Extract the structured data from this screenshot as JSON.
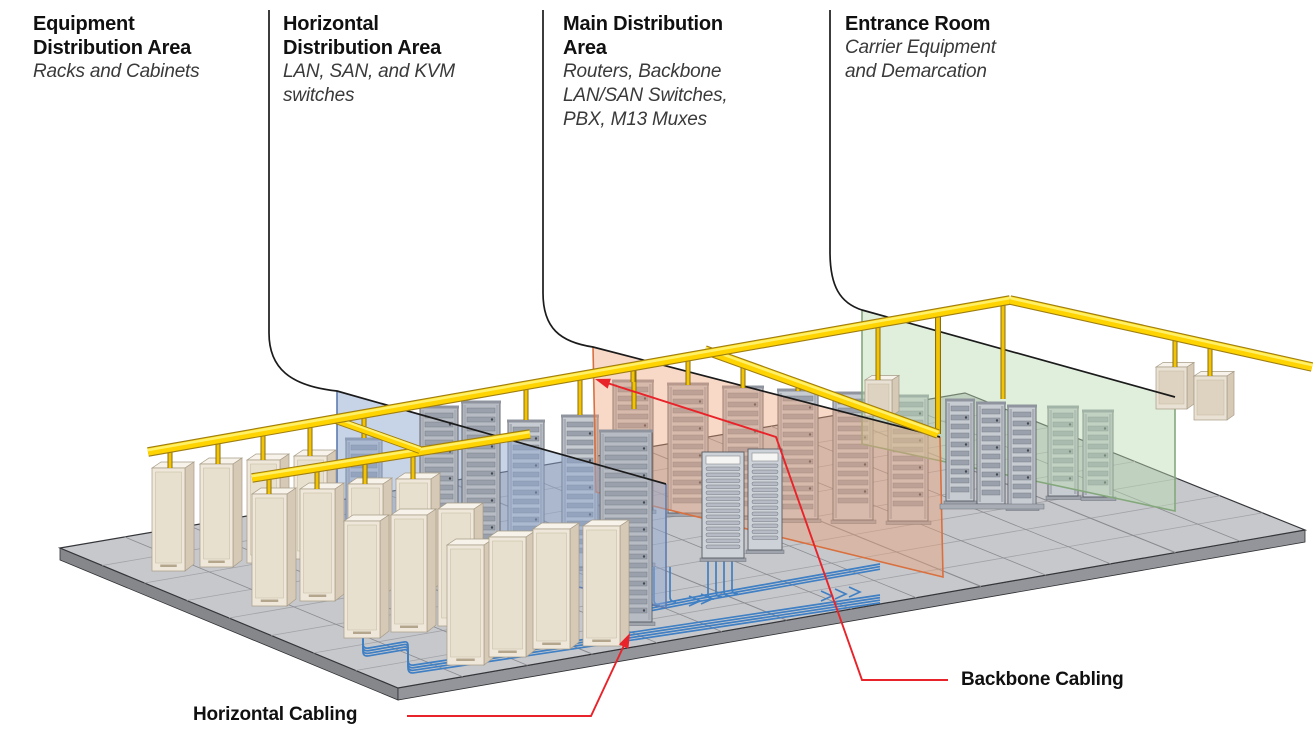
{
  "areas": [
    {
      "id": "eda",
      "title_lines": [
        "Equipment",
        "Distribution Area"
      ],
      "subtitle_lines": [
        "Racks and Cabinets"
      ]
    },
    {
      "id": "hda",
      "title_lines": [
        "Horizontal",
        "Distribution Area"
      ],
      "subtitle_lines": [
        "LAN, SAN, and KVM",
        "switches"
      ]
    },
    {
      "id": "mda",
      "title_lines": [
        "Main Distribution",
        "Area"
      ],
      "subtitle_lines": [
        "Routers, Backbone",
        "LAN/SAN Switches,",
        "PBX, M13 Muxes"
      ]
    },
    {
      "id": "entrance-room",
      "title_lines": [
        "Entrance Room"
      ],
      "subtitle_lines": [
        "Carrier Equipment",
        "and Demarcation"
      ]
    }
  ],
  "callouts": [
    {
      "id": "horizontal-cabling",
      "label": "Horizontal Cabling"
    },
    {
      "id": "backbone-cabling",
      "label": "Backbone Cabling"
    }
  ],
  "colors": {
    "cable_tray_yellow": "#FFDF05",
    "horizontal_cabling_blue": "#3F7FC4",
    "callout_red": "#E8232A",
    "hda_panel_blue": "#8FA8CF",
    "mda_panel_orange": "#EFA378",
    "entrance_panel_green": "#BBDCB2",
    "floor_gray": "#C7C8CC",
    "cabinet_beige": "#EFE8DA",
    "rack_gray": "#C7CBD2",
    "annotation_line_black": "#1B1B1B"
  }
}
